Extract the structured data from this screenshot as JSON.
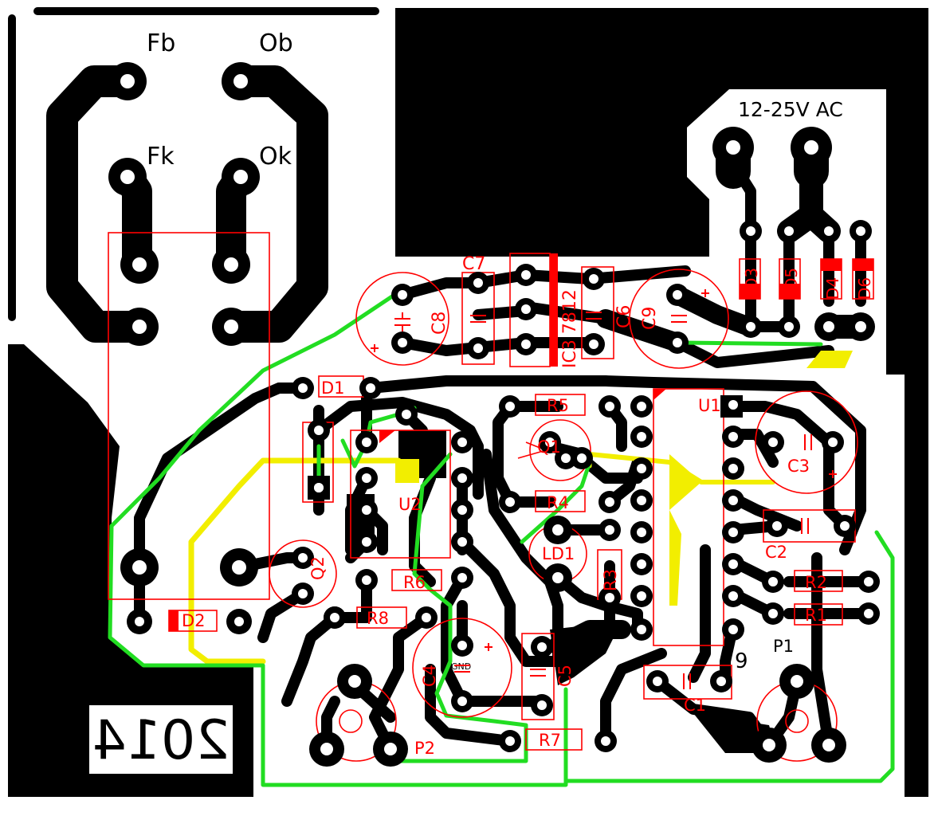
{
  "board": {
    "year_text": "2014",
    "connector_labels": {
      "fb": "Fb",
      "ob": "Ob",
      "fk": "Fk",
      "ok": "Ok",
      "power_input": "12-25V AC"
    },
    "components": {
      "c1": "C1",
      "c2": "C2",
      "c3": "C3",
      "c4": "C4",
      "c5": "C5",
      "c6": "C6",
      "c7": "C7",
      "c8": "C8",
      "c9": "C9",
      "d1": "D1",
      "d2": "D2",
      "d3": "D3",
      "d4": "D4",
      "d5": "D5",
      "d6": "D6",
      "ic3": "IC3 7812",
      "u1": "U1",
      "u2": "U2",
      "q1": "Q1",
      "q2": "Q2",
      "ld1": "LD1",
      "r1": "R1",
      "r2": "R2",
      "r3": "R3",
      "r4": "R4",
      "r5": "R5",
      "r6": "R6",
      "r7": "R7",
      "r8": "R8",
      "p1": "P1",
      "p2": "P2"
    },
    "small_text": {
      "gnd": "GND",
      "pin_nine": "9"
    },
    "colors": {
      "copper": "#000000",
      "silkscreen": "#ff0000",
      "jumper_green": "#22dd22",
      "jumper_yellow": "#f2ee00",
      "background": "#ffffff"
    }
  }
}
